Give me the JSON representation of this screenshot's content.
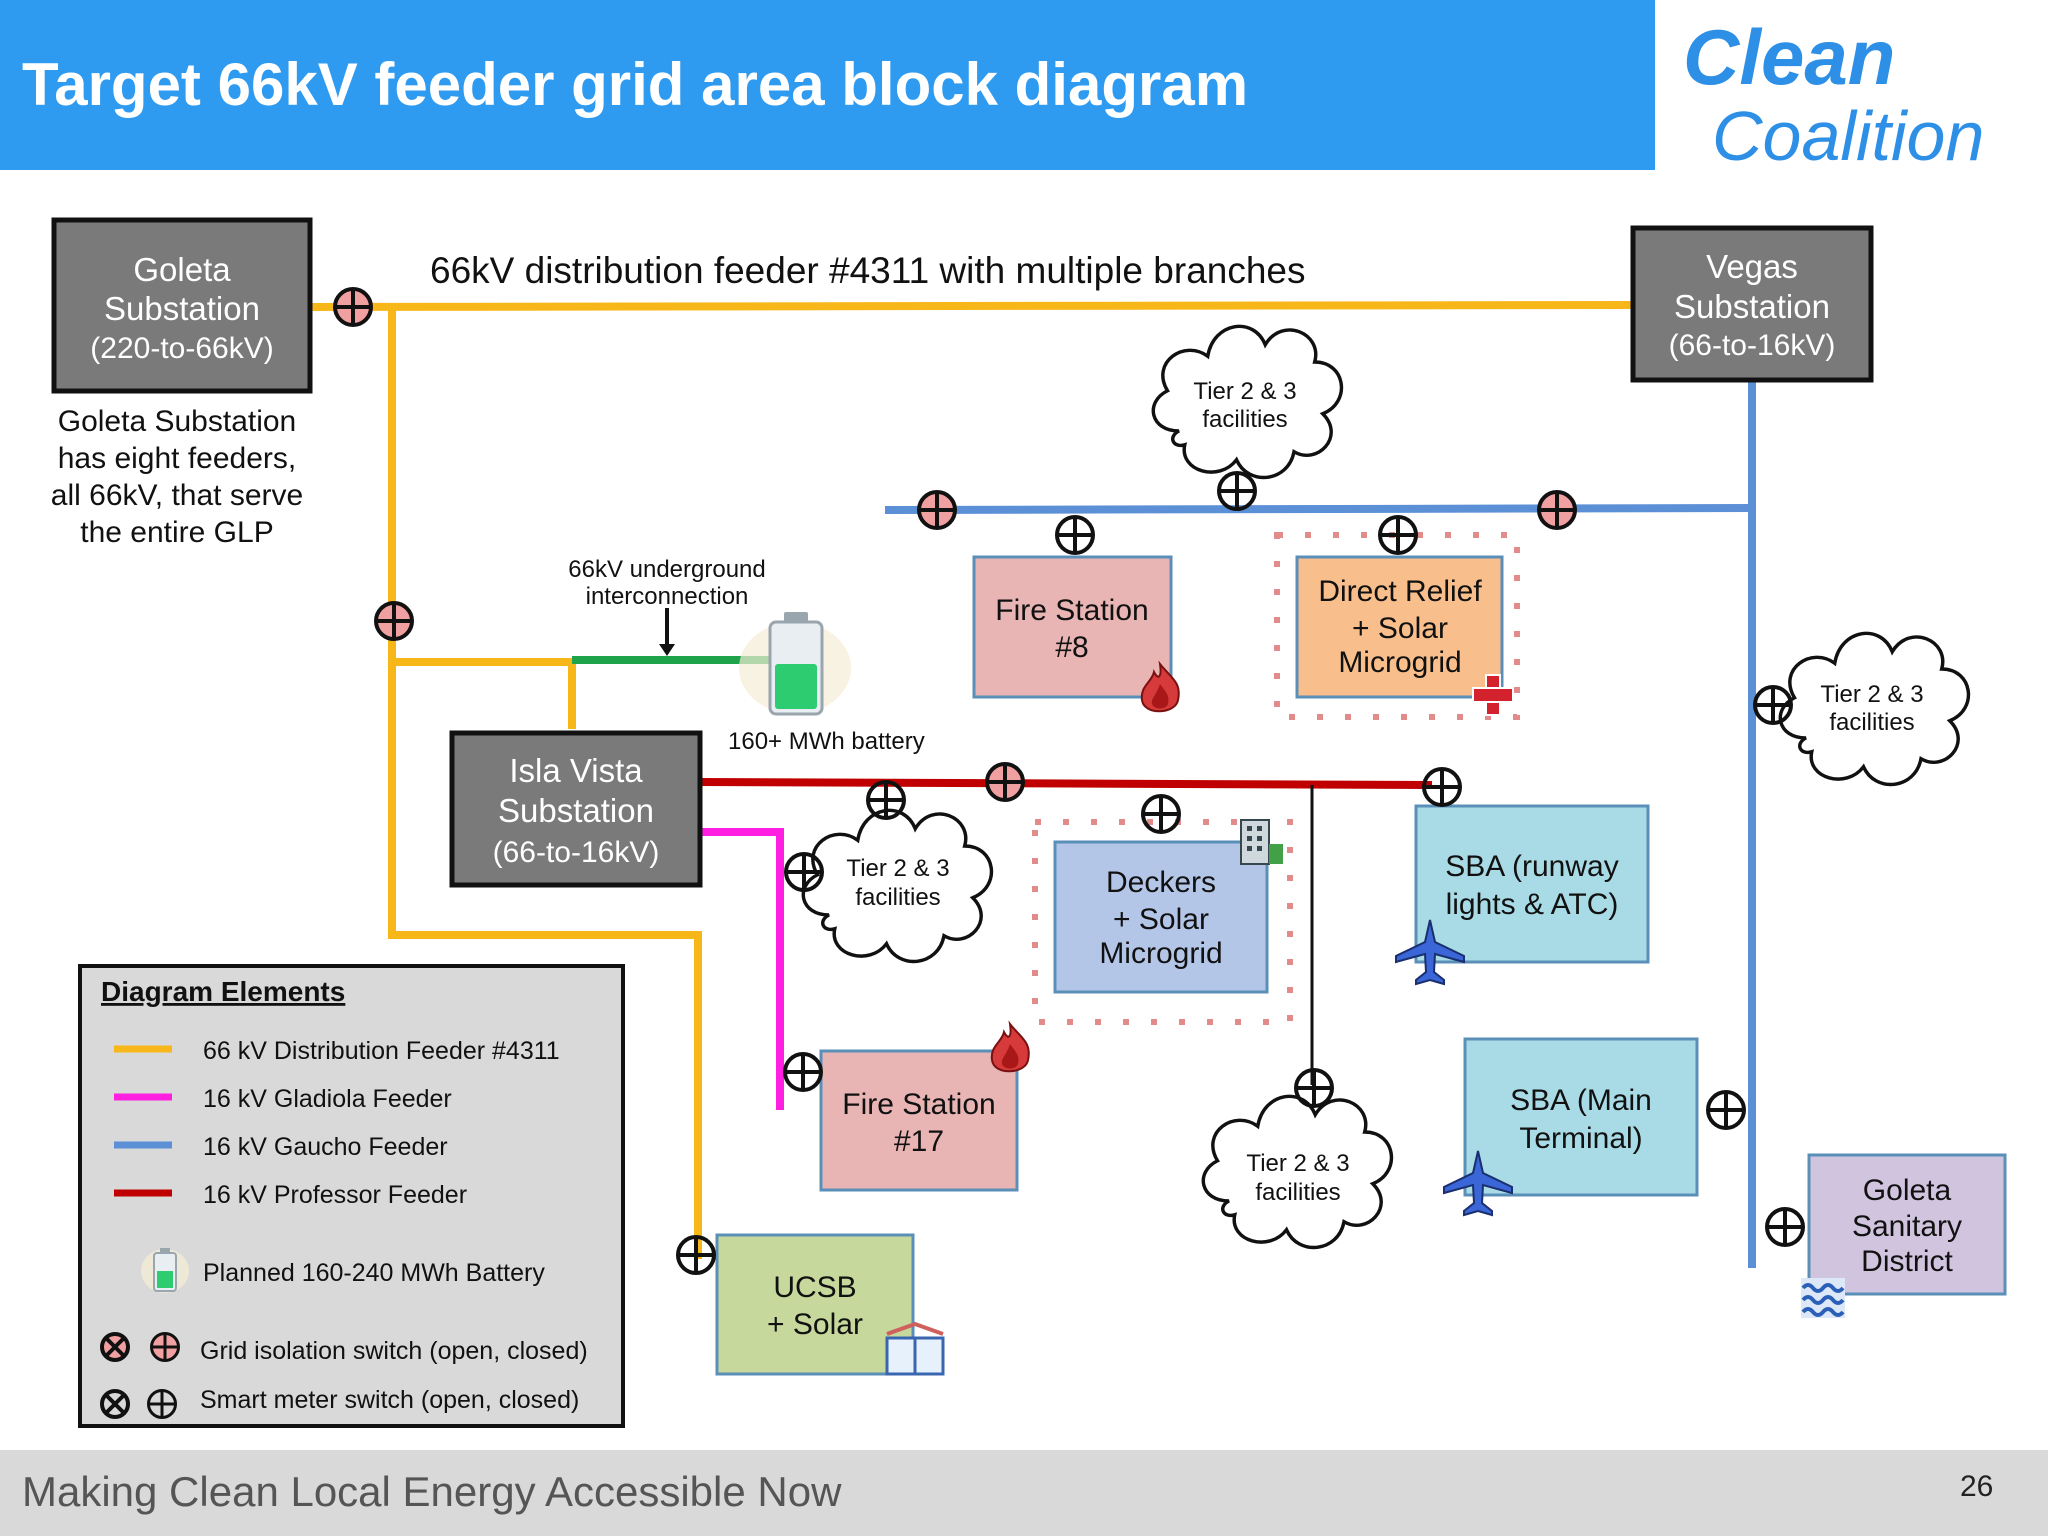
{
  "title": "Target 66kV feeder grid area block diagram",
  "logo": {
    "line1": "Clean",
    "line2": "Coalition"
  },
  "feeder_label": "66kV distribution feeder #4311 with multiple branches",
  "goleta_substation": {
    "line1": "Goleta",
    "line2": "Substation",
    "line3": "(220-to-66kV)"
  },
  "vegas_substation": {
    "line1": "Vegas",
    "line2": "Substation",
    "line3": "(66-to-16kV)"
  },
  "isla_vista_substation": {
    "line1": "Isla Vista",
    "line2": "Substation",
    "line3": "(66-to-16kV)"
  },
  "goleta_note": {
    "line1": "Goleta Substation",
    "line2": "has eight feeders,",
    "line3": "all 66kV, that serve",
    "line4": "the entire GLP"
  },
  "underground_label": {
    "line1": "66kV underground",
    "line2": "interconnection"
  },
  "battery_label": "160+ MWh battery",
  "tier_cloud": {
    "line1": "Tier 2 & 3",
    "line2": "facilities"
  },
  "fire_station_8": {
    "line1": "Fire Station",
    "line2": "#8"
  },
  "direct_relief": {
    "line1": "Direct Relief",
    "line2": "+ Solar",
    "line3": "Microgrid"
  },
  "deckers": {
    "line1": "Deckers",
    "line2": "+ Solar",
    "line3": "Microgrid"
  },
  "sba_runway": {
    "line1": "SBA (runway",
    "line2": "lights & ATC)"
  },
  "sba_main": {
    "line1": "SBA (Main",
    "line2": "Terminal)"
  },
  "fire_station_17": {
    "line1": "Fire Station",
    "line2": "#17"
  },
  "ucsb": {
    "line1": "UCSB",
    "line2": "+ Solar"
  },
  "goleta_sanitary": {
    "line1": "Goleta",
    "line2": "Sanitary",
    "line3": "District"
  },
  "legend": {
    "title": "Diagram Elements",
    "feeder_66kv": "66 kV Distribution Feeder #4311",
    "gladiola": "16 kV Gladiola Feeder",
    "gaucho": "16 kV Gaucho Feeder",
    "professor": "16 kV Professor Feeder",
    "battery": "Planned 160-240 MWh Battery",
    "grid_switch": "Grid isolation switch (open, closed)",
    "meter_switch": "Smart meter switch (open, closed)"
  },
  "colors": {
    "feeder_66kv": "#f7b719",
    "gladiola": "#ff1fe0",
    "gaucho": "#5b8fd6",
    "professor": "#c00000",
    "interconnect": "#1ea24a",
    "substation": "#7a7a7a",
    "header": "#2f9bf0"
  },
  "footer": {
    "tagline": "Making Clean Local Energy Accessible Now",
    "page": "26"
  }
}
